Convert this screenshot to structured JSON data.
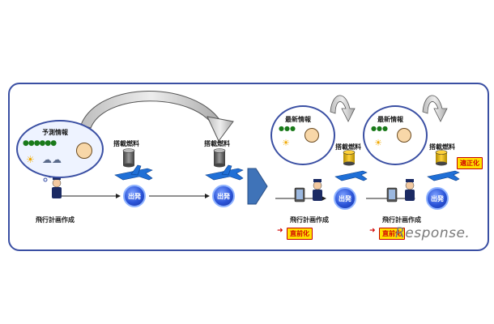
{
  "labels": {
    "forecast_info": "予測情報",
    "loaded_fuel": "搭載燃料",
    "departure": "出発",
    "flight_plan": "飛行計画作成",
    "latest_info": "最新情報",
    "just_before": "直前化",
    "optimize": "適正化"
  },
  "watermark": "Response.",
  "colors": {
    "frame": "#3a4fa3",
    "node": "#2b54d8",
    "tag_bg": "#ffe100",
    "tag_text": "#d10000",
    "big_arrow": "#3f73b8"
  }
}
